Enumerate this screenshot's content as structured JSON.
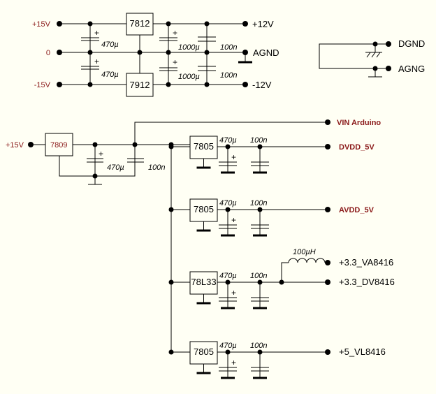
{
  "title": "Power supply schematic",
  "colors": {
    "background": "#fffff4",
    "wire": "#000000",
    "net_label_red": "#8b1a1a"
  },
  "top_section": {
    "inputs": [
      "+15V",
      "0",
      "-15V"
    ],
    "input_caps": [
      "470µ",
      "470µ"
    ],
    "regulators": [
      "7812",
      "7912"
    ],
    "output_caps_electrolytic": [
      "1000µ",
      "1000µ"
    ],
    "output_caps_ceramic": [
      "100n",
      "100n"
    ],
    "outputs": [
      "+12V",
      "AGND",
      "-12V"
    ]
  },
  "ground_link": {
    "labels": [
      "DGND",
      "AGNG"
    ]
  },
  "bottom_section": {
    "input": "+15V",
    "pre_regulator": "7809",
    "pre_caps": [
      "470µ",
      "100n"
    ],
    "vin_label": "VIN Arduino",
    "branches": [
      {
        "regulator": "7805",
        "cap1": "470µ",
        "cap2": "100n",
        "output": "DVDD_5V"
      },
      {
        "regulator": "7805",
        "cap1": "470µ",
        "cap2": "100n",
        "output": "AVDD_5V"
      },
      {
        "regulator": "78L33",
        "cap1": "470µ",
        "cap2": "100n",
        "inductor": "100µH",
        "output_inductor": "+3.3_VA8416",
        "output": "+3.3_DV8416"
      },
      {
        "regulator": "7805",
        "cap1": "470µ",
        "cap2": "100n",
        "output": "+5_VL8416"
      }
    ]
  }
}
